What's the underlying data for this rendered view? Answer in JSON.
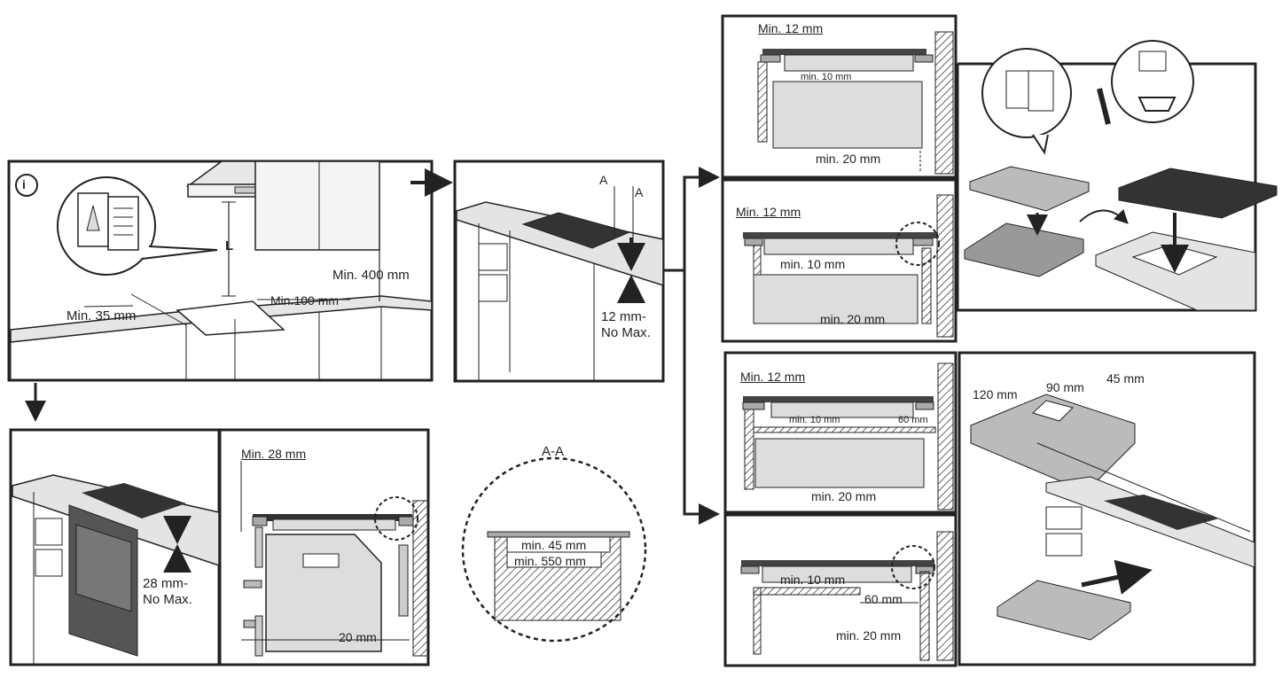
{
  "labels": {
    "info_icon": "i",
    "hood_dist": "L",
    "min_400": "Min. 400 mm",
    "min_100": "Min.100 mm",
    "min_35": "Min. 35 mm",
    "section_a_left": "A",
    "section_a_right": "A",
    "thick_12": "12 mm-",
    "no_max_a": "No Max.",
    "thick_28": "28 mm-",
    "no_max_b": "No Max.",
    "min_28": "Min. 28 mm",
    "dist_20": "20 mm",
    "section_aa": "A-A",
    "min_45": "min. 45 mm",
    "min_550": "min. 550 mm",
    "p1_min12": "Min. 12 mm",
    "p1_min10": "min. 10 mm",
    "p1_min20": "min. 20 mm",
    "p2_min12": "Min. 12 mm",
    "p2_min10": "min. 10 mm",
    "p2_min20": "min. 20 mm",
    "p3_min12": "Min. 12 mm",
    "p3_min10": "min. 10 mm",
    "p3_60": "60 mm",
    "p3_min20": "min. 20 mm",
    "p4_min10": "min. 10 mm",
    "p4_60": "60 mm",
    "p4_min20": "min. 20 mm",
    "d_120": "120 mm",
    "d_90": "90 mm",
    "d_45": "45 mm"
  }
}
